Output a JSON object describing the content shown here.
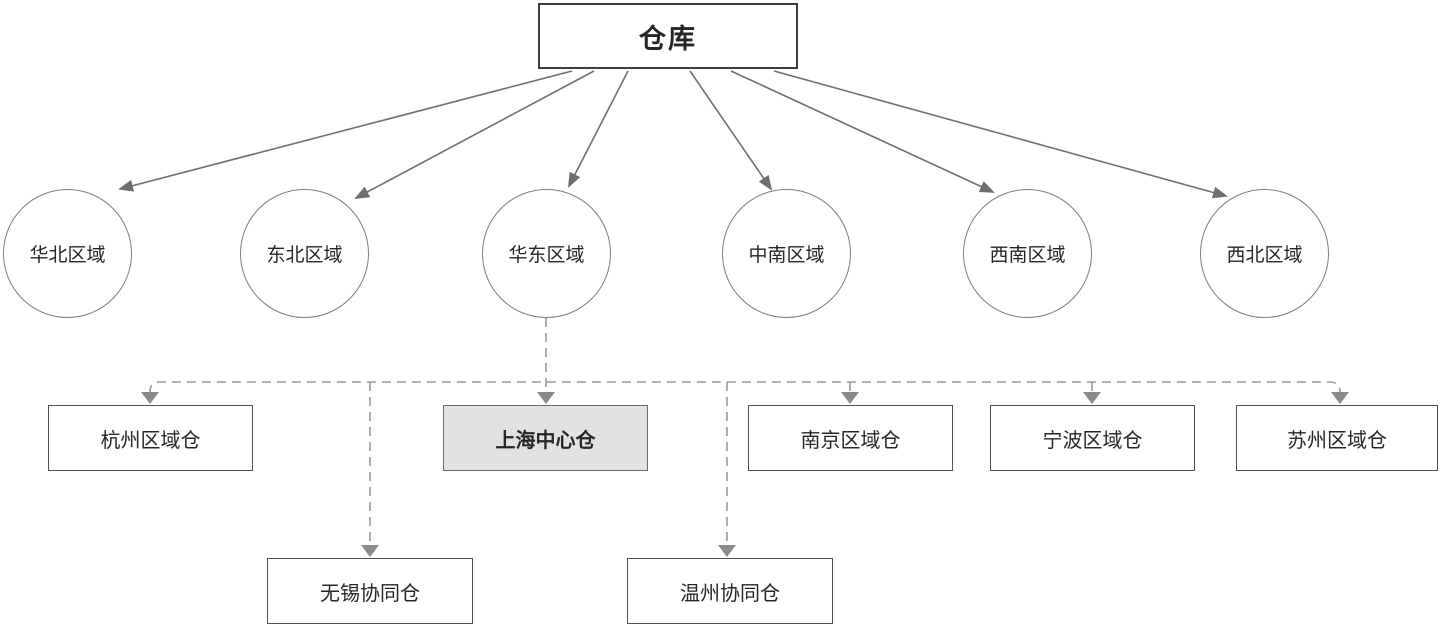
{
  "diagram": {
    "root": {
      "label": "仓库"
    },
    "regions": [
      {
        "label": "华北区域"
      },
      {
        "label": "东北区域"
      },
      {
        "label": "华东区域"
      },
      {
        "label": "中南区域"
      },
      {
        "label": "西南区域"
      },
      {
        "label": "西北区域"
      }
    ],
    "east_china_warehouses": [
      {
        "label": "杭州区域仓",
        "highlighted": false
      },
      {
        "label": "上海中心仓",
        "highlighted": true
      },
      {
        "label": "南京区域仓",
        "highlighted": false
      },
      {
        "label": "宁波区域仓",
        "highlighted": false
      },
      {
        "label": "苏州区域仓",
        "highlighted": false
      }
    ],
    "collaborative_warehouses": [
      {
        "label": "无锡协同仓"
      },
      {
        "label": "温州协同仓"
      }
    ],
    "colors": {
      "solid_line": "#6f6f6f",
      "dashed_line": "#999999",
      "arrowhead": "#8a8a8a",
      "node_border": "#515151",
      "highlight_fill": "#e2e2e2",
      "background": "#ffffff"
    }
  }
}
